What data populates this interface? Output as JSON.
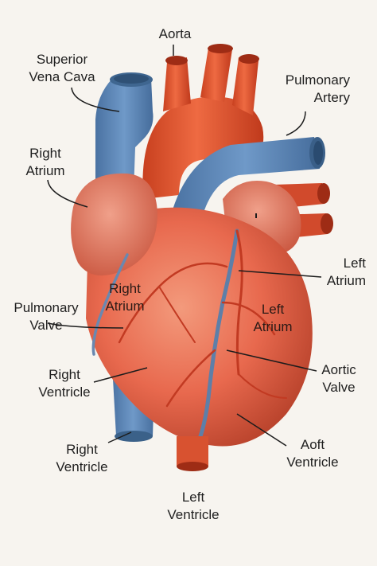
{
  "labels": {
    "aorta": [
      "Aorta"
    ],
    "superior_vena_cava": [
      "Superior",
      "Vena Cava"
    ],
    "pulmonary_artery": [
      "Pulmonary",
      "Artery"
    ],
    "right_atrium_outer": [
      "Right",
      "Atrium"
    ],
    "left_atrium_outer": [
      "Left",
      "Atrium"
    ],
    "right_atrium_inner": [
      "Right",
      "Atrium"
    ],
    "left_atrium_inner": [
      "Left",
      "Atrium"
    ],
    "pulmonary_valve": [
      "Pulmonary",
      "Valve"
    ],
    "aortic_valve": [
      "Aortic",
      "Valve"
    ],
    "right_ventricle_mid": [
      "Right",
      "Ventricle"
    ],
    "right_ventricle_low": [
      "Right",
      "Ventricle"
    ],
    "aoft_ventricle": [
      "Aoft",
      "Ventricle"
    ],
    "left_ventricle": [
      "Left",
      "Ventricle"
    ]
  },
  "colors": {
    "background": "#f7f4ef",
    "aorta_red": "#e0502f",
    "vein_blue": "#5b86b8",
    "heart_muscle": "#e8694e",
    "atrium_pink": "#e47a64",
    "vessel_red": "#c73a22",
    "leader_line": "#1c1c1c"
  }
}
